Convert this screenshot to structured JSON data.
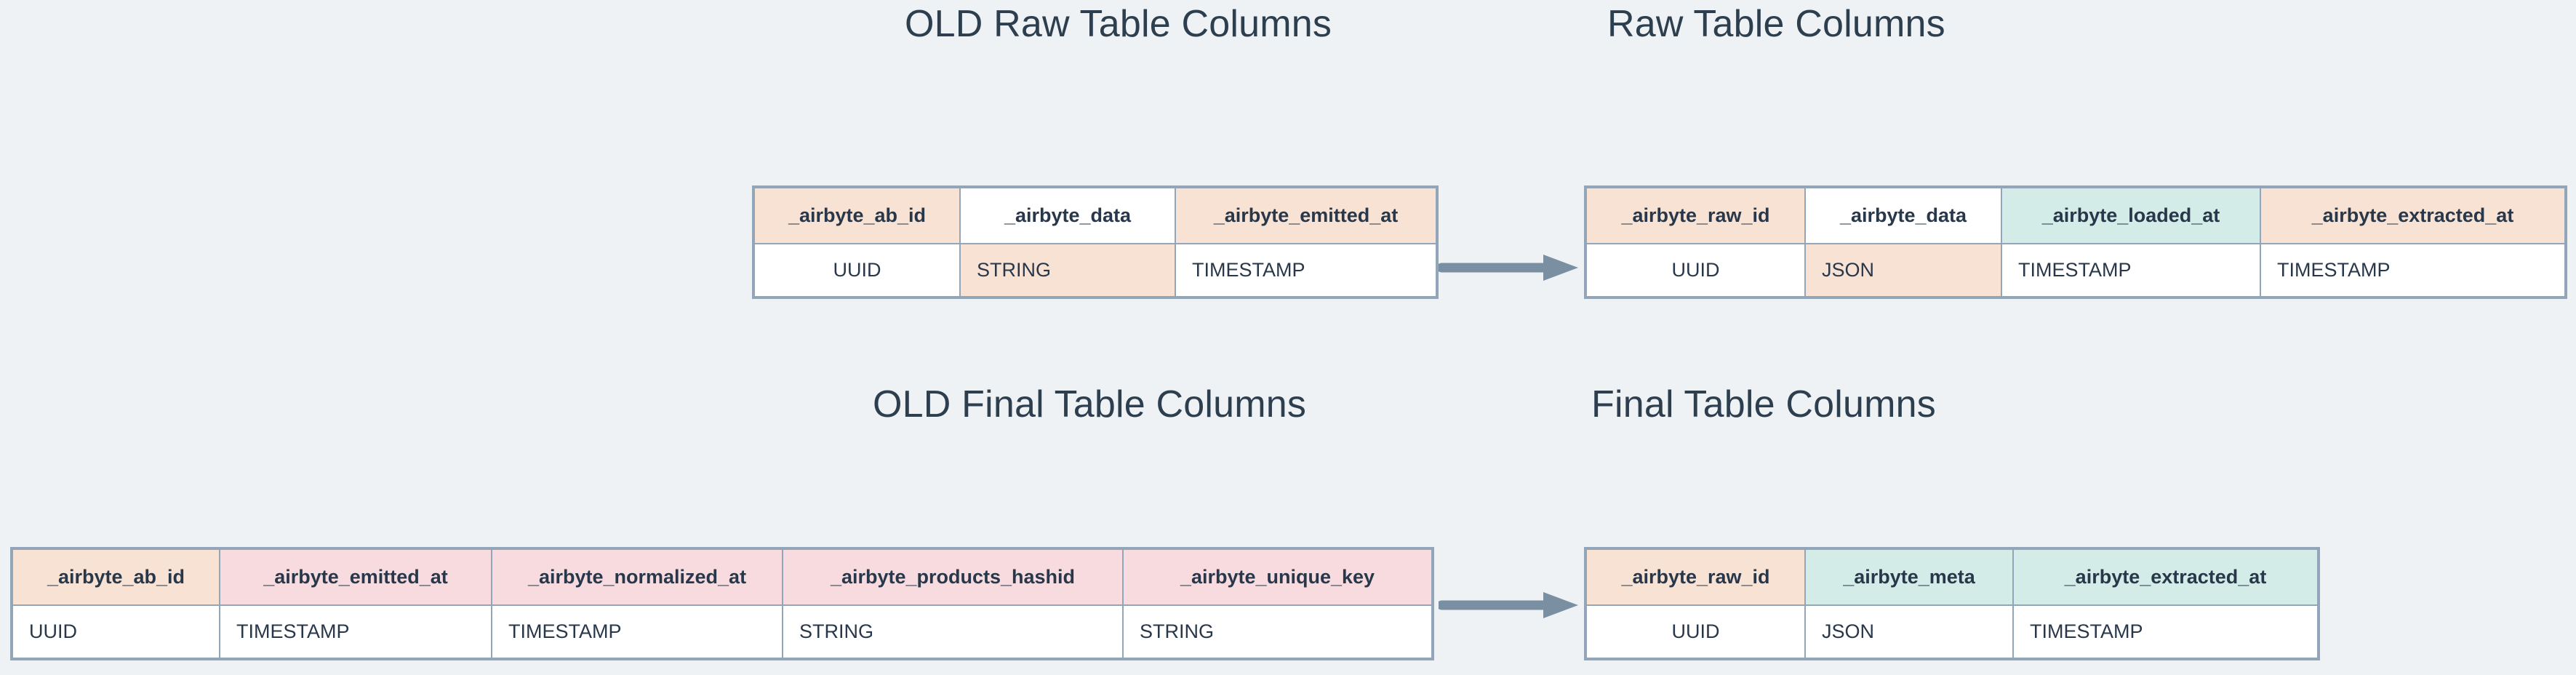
{
  "background_color": "#eef2f5",
  "palette": {
    "peach": "#f8e2d4",
    "mint": "#d3ece8",
    "pink": "#f7dbdf",
    "white": "#ffffff",
    "border": "#93a5b8",
    "arrow": "#7b8fa3",
    "text": "#28384a",
    "title": "#2d3e4f"
  },
  "sections": {
    "old_raw_title": "OLD Raw Table Columns",
    "new_raw_title": "Raw Table Columns",
    "old_final_title": "OLD Final Table Columns",
    "new_final_title": "Final Table Columns"
  },
  "tables": {
    "old_raw": {
      "name": "OLD Raw Table Columns",
      "columns": [
        {
          "name": "_airbyte_ab_id",
          "type": "UUID",
          "header_fill": "peach",
          "type_fill": "white"
        },
        {
          "name": "_airbyte_data",
          "type": "STRING",
          "header_fill": "white",
          "type_fill": "peach"
        },
        {
          "name": "_airbyte_emitted_at",
          "type": "TIMESTAMP",
          "header_fill": "peach",
          "type_fill": "white"
        }
      ]
    },
    "new_raw": {
      "name": "Raw Table Columns",
      "columns": [
        {
          "name": "_airbyte_raw_id",
          "type": "UUID",
          "header_fill": "peach",
          "type_fill": "white"
        },
        {
          "name": "_airbyte_data",
          "type": "JSON",
          "header_fill": "white",
          "type_fill": "peach"
        },
        {
          "name": "_airbyte_loaded_at",
          "type": "TIMESTAMP",
          "header_fill": "mint",
          "type_fill": "white"
        },
        {
          "name": "_airbyte_extracted_at",
          "type": "TIMESTAMP",
          "header_fill": "peach",
          "type_fill": "white"
        }
      ]
    },
    "old_final": {
      "name": "OLD Final Table Columns",
      "columns": [
        {
          "name": "_airbyte_ab_id",
          "type": "UUID",
          "header_fill": "peach",
          "type_fill": "white"
        },
        {
          "name": "_airbyte_emitted_at",
          "type": "TIMESTAMP",
          "header_fill": "pink",
          "type_fill": "white"
        },
        {
          "name": "_airbyte_normalized_at",
          "type": "TIMESTAMP",
          "header_fill": "pink",
          "type_fill": "white"
        },
        {
          "name": "_airbyte_products_hashid",
          "type": "STRING",
          "header_fill": "pink",
          "type_fill": "white"
        },
        {
          "name": "_airbyte_unique_key",
          "type": "STRING",
          "header_fill": "pink",
          "type_fill": "white"
        }
      ]
    },
    "new_final": {
      "name": "Final Table Columns",
      "columns": [
        {
          "name": "_airbyte_raw_id",
          "type": "UUID",
          "header_fill": "peach",
          "type_fill": "white"
        },
        {
          "name": "_airbyte_meta",
          "type": "JSON",
          "header_fill": "mint",
          "type_fill": "white"
        },
        {
          "name": "_airbyte_extracted_at",
          "type": "TIMESTAMP",
          "header_fill": "mint",
          "type_fill": "white"
        }
      ]
    }
  },
  "arrows": [
    {
      "name": "raw-migration-arrow",
      "direction": "right"
    },
    {
      "name": "final-migration-arrow",
      "direction": "right"
    }
  ]
}
